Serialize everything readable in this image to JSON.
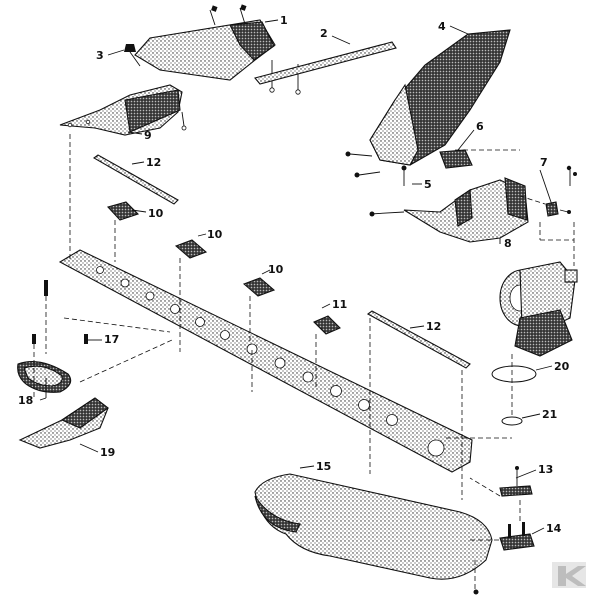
{
  "callouts": {
    "c1": "1",
    "c2": "2",
    "c3": "3",
    "c4": "4",
    "c5": "5",
    "c6": "6",
    "c7": "7",
    "c8": "8",
    "c9": "9",
    "c10a": "10",
    "c10b": "10",
    "c10c": "10",
    "c11": "11",
    "c12a": "12",
    "c12b": "12",
    "c13": "13",
    "c14": "14",
    "c15": "15",
    "c17": "17",
    "c18": "18",
    "c19": "19",
    "c20": "20",
    "c21": "21"
  },
  "icons": {
    "brand_mark": "kramp-k-logo-icon"
  }
}
